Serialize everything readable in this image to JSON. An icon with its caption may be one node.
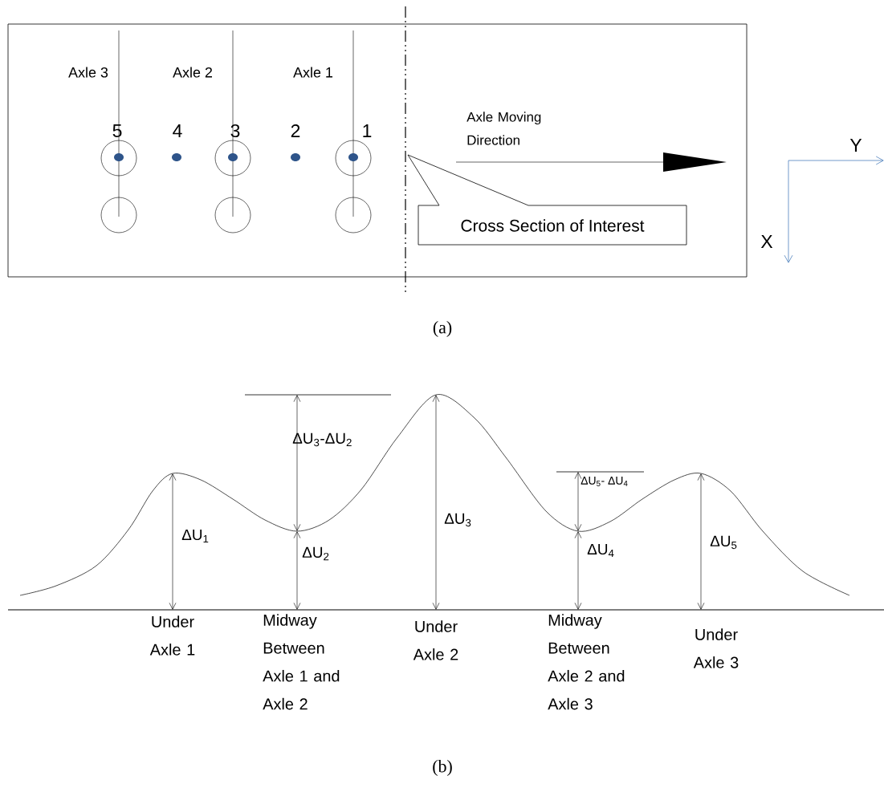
{
  "diagram": {
    "nodes": [
      {
        "text": [],
        "shape": "box"
      },
      {
        "text": [
          "Cross Section of Interest"
        ],
        "in": 0
      }
    ],
    "labels": [
      "Axle 3",
      "Axle 2",
      "Axle 1",
      "5",
      "4",
      "3",
      "2",
      "1",
      "Axle Moving Direction",
      "Y",
      "X",
      "(a)",
      "ΔU$_{3}$-ΔU$_{2}$",
      "ΔU$_{5}$- ΔU$_{4}$",
      "ΔU$_{1}$",
      "ΔU$_{2}$",
      "ΔU$_{3}$",
      "ΔU$_{4}$",
      "ΔU$_{5}$",
      "Under Axle 1",
      "Midway Between Axle 1 and Axle 2",
      "Under Axle 2",
      "Midway Between Axle 2 and Axle 3",
      "Under Axle 3",
      "(b)"
    ]
  }
}
